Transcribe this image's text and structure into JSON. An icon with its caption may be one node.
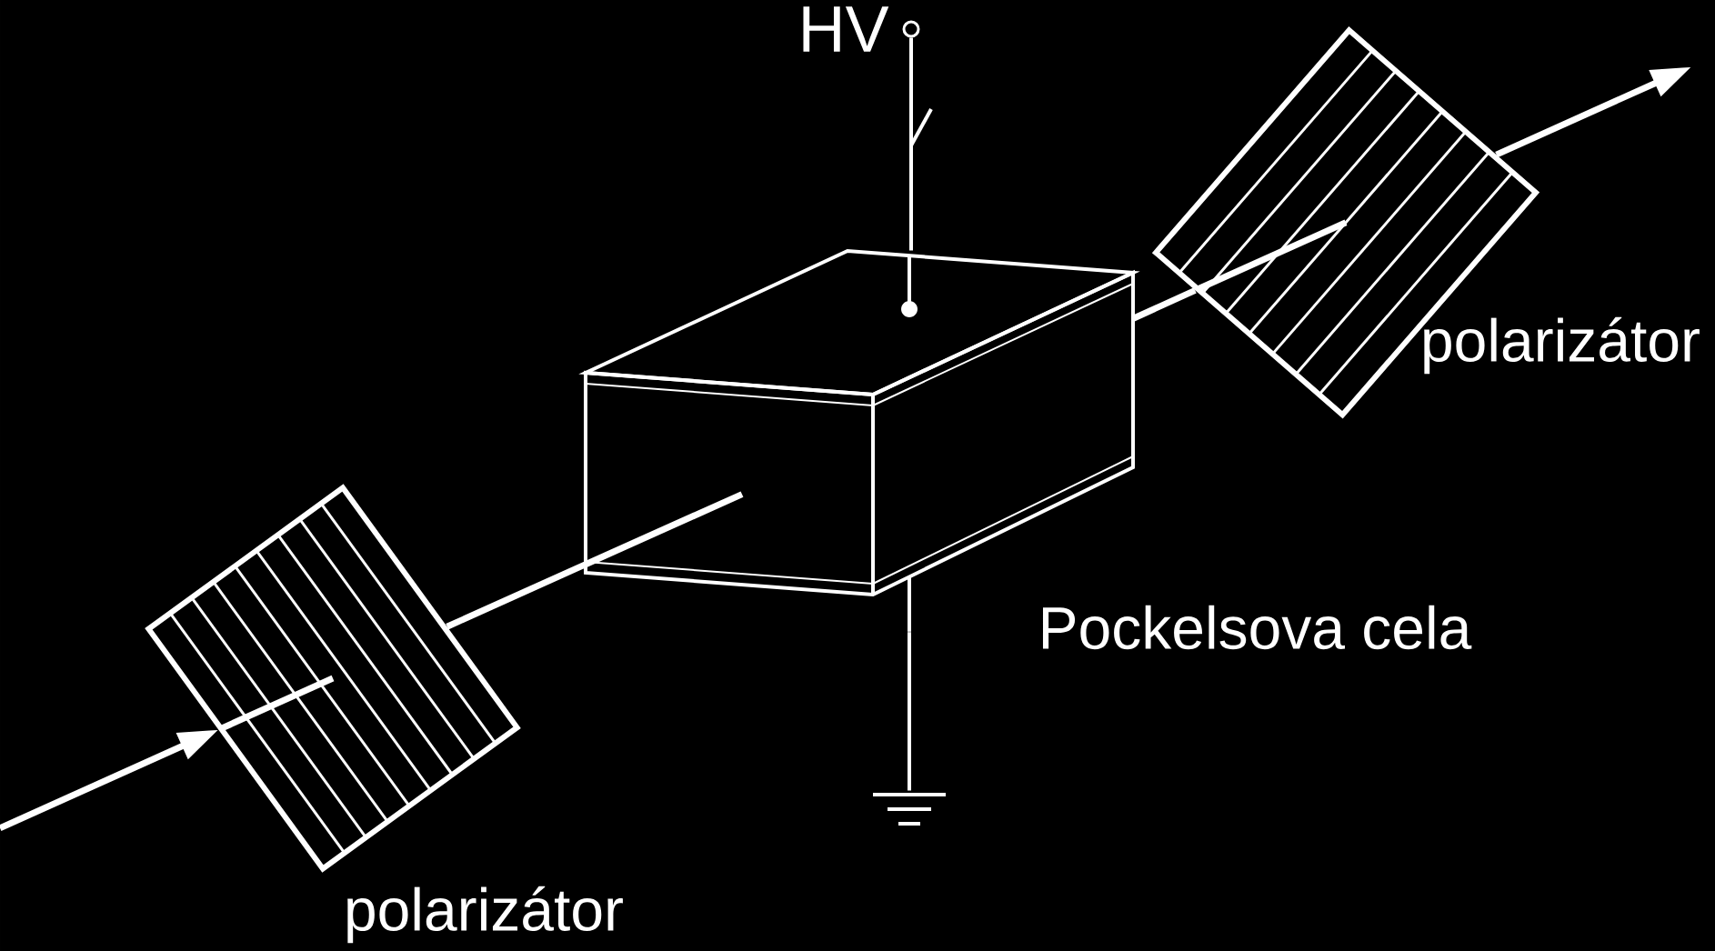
{
  "diagram": {
    "nodes": [
      {
        "text": [
          "polarizátor"
        ]
      },
      {
        "text": [
          "Pockelsova cela"
        ]
      },
      {
        "text": [
          "polarizátor"
        ]
      },
      {
        "text": [
          "HV"
        ]
      },
      {
        "text": [],
        "shape": "ground"
      }
    ],
    "edges": [
      {
        "from": null,
        "to": 0,
        "arrow": "to"
      },
      {
        "from": 0,
        "to": 1,
        "arrow": "none"
      },
      {
        "from": 1,
        "to": 2,
        "arrow": "none"
      },
      {
        "from": 2,
        "to": null,
        "arrow": "to"
      },
      {
        "from": 3,
        "to": 1,
        "arrow": "none"
      },
      {
        "from": 1,
        "to": 4,
        "arrow": "none"
      }
    ]
  }
}
